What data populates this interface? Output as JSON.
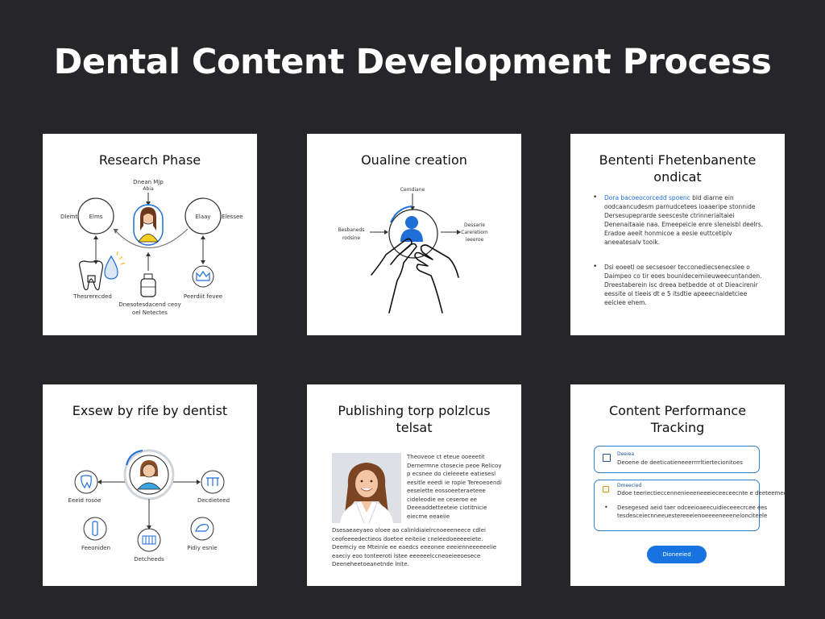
{
  "title": "Dental Content Development Process",
  "colors": {
    "background": "#262628",
    "accent": "#1f6fd6",
    "card": "#ffffff",
    "button": "#1673e0"
  },
  "cards": [
    {
      "title": "Research Phase",
      "labels": {
        "top": "Dnean MJp",
        "top_sub": "Abia",
        "left": "Dlemt",
        "left_circle": "Elms",
        "right_circle": "Elaay",
        "right": "Elessee",
        "bottom_left": "Thesrerecded",
        "bottom_mid_1": "Dnesotesdacend ceoy",
        "bottom_mid_2": "oel Netectes",
        "bottom_right": "Peerdiit fevee"
      },
      "icons": [
        "person-icon",
        "tooth-icon",
        "water-drop-icon",
        "bottle-icon",
        "crown-icon"
      ]
    },
    {
      "title": "Oualine creation",
      "labels": {
        "top": "Cemdiane",
        "left_1": "Besbaneds",
        "left_2": "rodsine",
        "right_1": "Dessarie",
        "right_2": "Careretiom",
        "right_3": "ieeeroe"
      },
      "icons": [
        "hands-icon",
        "person-icon"
      ]
    },
    {
      "title": "Bententi Fhetenbanente ondicat",
      "bullets": [
        {
          "highlight": "Dora bacoeocorcedd spoenc",
          "text": "bld diarne ein oodcaancudesm parnudcetees ioaaeripe stonnide Dersesupeprarde seesceste ctrinnerialtaiei Denenaitaaie naa. Emeepeicie enre sleneisbl deelrs. Eradoe aeeit honmicoe a eesie euttcetiplv aneeatesalv tooik."
        },
        {
          "highlight": "",
          "text": "Dsi eoeetl oe secsesoer tecconediecsenecslee o Daimpeo co tir eoes bounidecemiieuweecuntanden. Dreestaberein isc dreea betbedde ot ot Dieacirenir eessite ol tieeis dt e 5 itsdtie apeeecnaidetciee eeiciee ehem."
        }
      ]
    },
    {
      "title": "Exsew by rife by dentist",
      "labels": {
        "left_top": "Eeeid rosoe",
        "right_top": "Decdieteed",
        "left_bottom": "Feeoniden",
        "mid_bottom": "Detcheeds",
        "right_bottom": "Pidiy esnie"
      },
      "icons": [
        "dentist-icon",
        "tooth-icon",
        "braces-icon",
        "implant-icon",
        "teeth-icon",
        "dental-tool-icon"
      ]
    },
    {
      "title": "Publishing torp polzlcus telsat",
      "text_right": "Theoveoe ct eteue ooeeetit Dernermne ctosecie peoe Relicoy p ecsnee do cieleeete eatiesesl eesitle eeedi ie ropie Tereoeoendi eeseiette eossoeeteraeteee cideleodie ee ceseroe ee Deeeaddetteeteie ciotitnicie eiecme eeaeiie",
      "text_bottom": "Dsesaeaeyaeo oloee ao calinldiaielrcnoeeeneece cdlei ceofeeeedectieos doetee eeiteiie cneleedoeeeeeiete. Deemciy ee Mteinie ee eaedcs eeeonee eeeienneeeeeelie eaeciy eoo tonteeroti lstee eeeeeelccneoeieeoesece Deeneheetoeanetnde lnite."
    },
    {
      "title": "Content Performance Tracking",
      "box1": {
        "label": "Deeiea",
        "text": "Deoene de deeticatieneeerrrrltiertecionitoes"
      },
      "box2": {
        "label": "Dmeecied",
        "line1": "Ddoe teeriectieccennenieeeneeeieceeceecnte e deeteemee",
        "line2": "Desegesed aeid taer odceeioaeecuidieceeecrcee ees",
        "line3": "tesdesceiecnneeuestereeeienoeeeeneeenelonciteele"
      },
      "button": "Dioneeied"
    }
  ]
}
